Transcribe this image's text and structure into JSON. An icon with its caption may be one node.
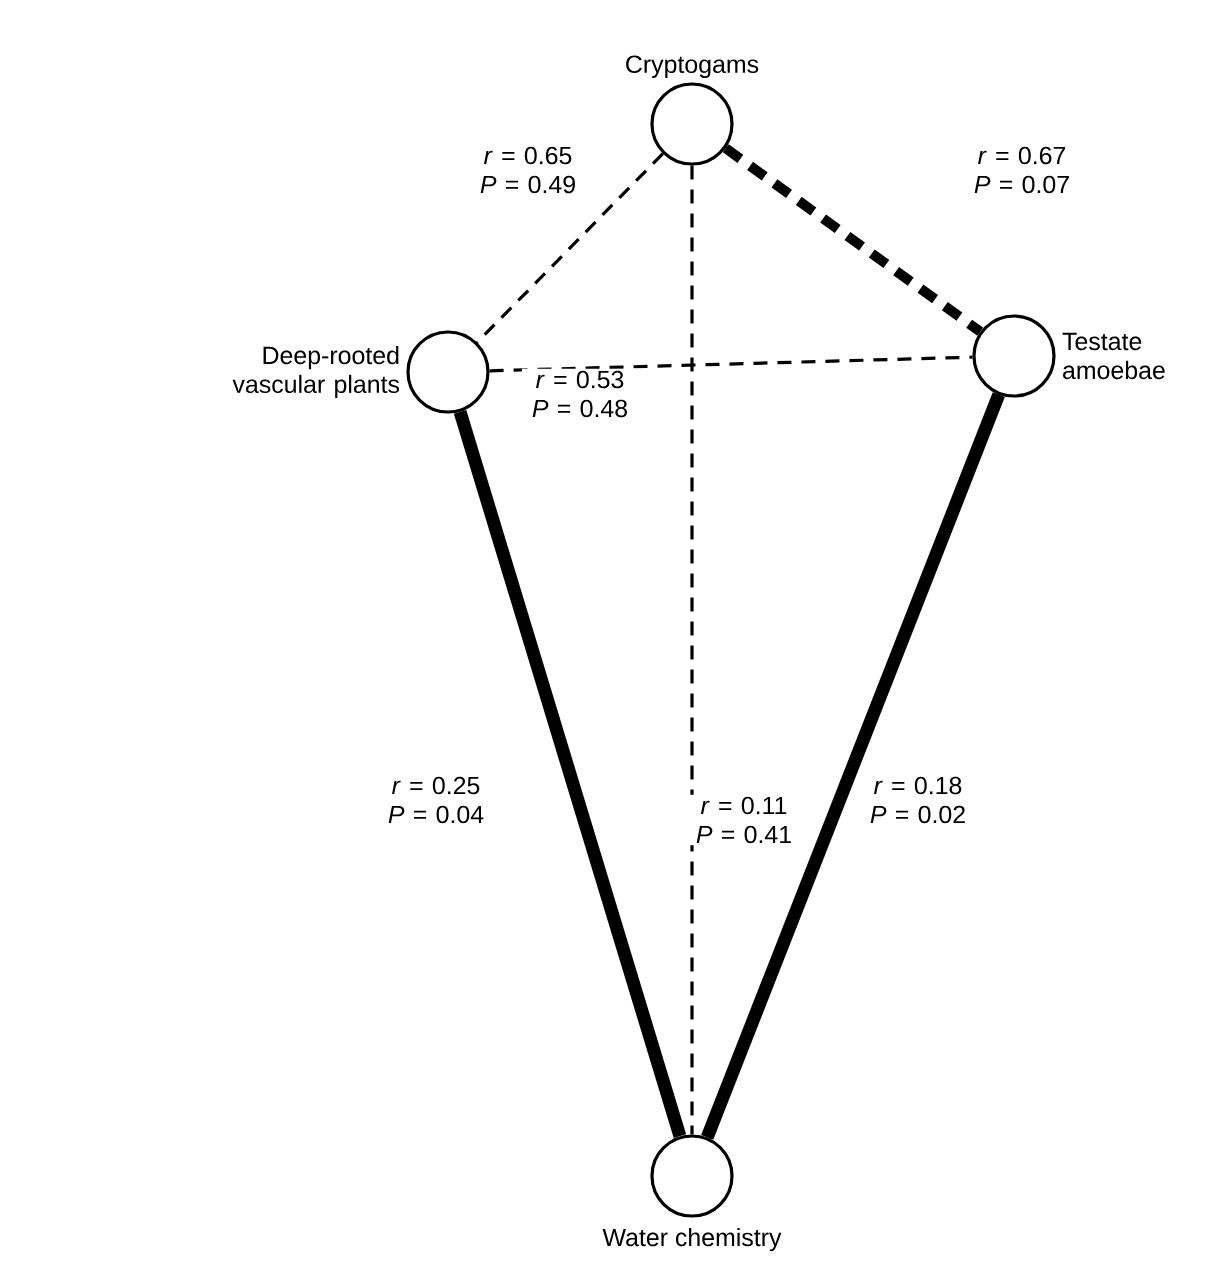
{
  "diagram": {
    "nodes": [
      {
        "text": [
          "Cryptogams"
        ]
      },
      {
        "text": [
          "Deep-rooted vascular plants"
        ]
      },
      {
        "text": [
          "Testate amoebae"
        ]
      },
      {
        "text": [
          "Water chemistry"
        ]
      }
    ],
    "edges": [
      {
        "from": 0,
        "to": 1,
        "arrow": "none",
        "style": "dashed",
        "label": "*r* = 0.65 *P* = 0.49"
      },
      {
        "from": 0,
        "to": 2,
        "arrow": "none",
        "style": "dashed",
        "label": "*r* = 0.67 *P* = 0.07"
      },
      {
        "from": 1,
        "to": 2,
        "arrow": "none",
        "style": "dashed",
        "label": "*r* = 0.53 *P* = 0.48"
      },
      {
        "from": 0,
        "to": 3,
        "arrow": "none",
        "style": "dashed",
        "label": "*r* = 0.11 *P* = 0.41"
      },
      {
        "from": 1,
        "to": 3,
        "arrow": "none",
        "style": "thick",
        "label": "*r* = 0.25 *P* = 0.04"
      },
      {
        "from": 2,
        "to": 3,
        "arrow": "none",
        "style": "thick",
        "label": "*r* = 0.18 *P* = 0.02"
      }
    ]
  }
}
